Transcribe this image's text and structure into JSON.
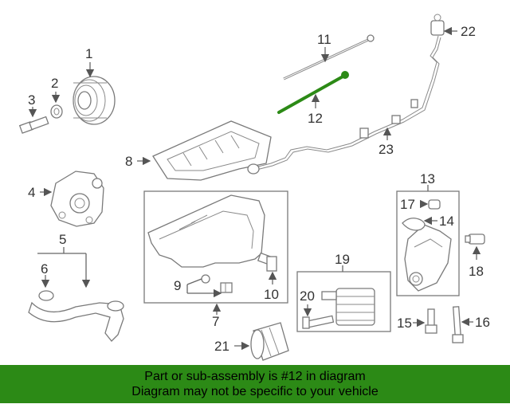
{
  "labels": {
    "p1": "1",
    "p2": "2",
    "p3": "3",
    "p4": "4",
    "p5": "5",
    "p6": "6",
    "p7": "7",
    "p8": "8",
    "p9": "9",
    "p10": "10",
    "p11": "11",
    "p12": "12",
    "p13": "13",
    "p14": "14",
    "p15": "15",
    "p16": "16",
    "p17": "17",
    "p18": "18",
    "p19": "19",
    "p20": "20",
    "p21": "21",
    "p22": "22",
    "p23": "23"
  },
  "highlight_part": "12",
  "colors": {
    "highlight": "#2c8a16",
    "banner": "#2c8a16",
    "linework": "#7a7a7a"
  },
  "banner": {
    "line1": "Part or sub-assembly is #12 in diagram",
    "line2": "Diagram may not be specific to your vehicle"
  }
}
